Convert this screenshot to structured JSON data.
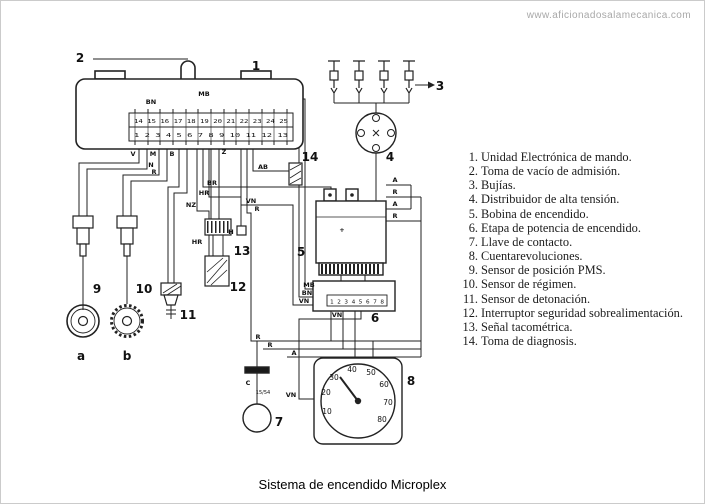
{
  "watermark": "www.aficionadosalamecanica.com",
  "caption": "Sistema de encendido Microplex",
  "legend": {
    "items": [
      {
        "num": "1.",
        "label": "Unidad Electrónica de mando."
      },
      {
        "num": "2.",
        "label": "Toma de vacío de admisión."
      },
      {
        "num": "3.",
        "label": "Bujías."
      },
      {
        "num": "4.",
        "label": "Distribuidor de alta tensión."
      },
      {
        "num": "5.",
        "label": "Bobina de encendido."
      },
      {
        "num": "6.",
        "label": "Etapa de potencia de encendido."
      },
      {
        "num": "7.",
        "label": "Llave de contacto."
      },
      {
        "num": "8.",
        "label": "Cuentarevoluciones."
      },
      {
        "num": "9.",
        "label": "Sensor de posición PMS."
      },
      {
        "num": "10.",
        "label": "Sensor de régimen."
      },
      {
        "num": "11.",
        "label": "Sensor de detonación."
      },
      {
        "num": "12.",
        "label": "Interruptor seguridad sobrealimentación."
      },
      {
        "num": "13.",
        "label": "Señal tacométrica."
      },
      {
        "num": "14.",
        "label": "Toma de diagnosis."
      }
    ]
  },
  "diagram": {
    "numbers": {
      "n1": "1",
      "n2": "2",
      "n3": "3",
      "n4": "4",
      "n5": "5",
      "n6": "6",
      "n7": "7",
      "n8": "8",
      "n9": "9",
      "n10": "10",
      "n11": "11",
      "n12": "12",
      "n13": "13",
      "n14": "14",
      "a": "a",
      "b": "b"
    },
    "connector": {
      "row_top": "14 15 16 17 18 19 20 21 22 23 24 25",
      "row_bottom": "1 2 3 4 5 6 7 8 9 10 11 12 13"
    },
    "power_stage_pins": "1 2 3 4 5 6 7 8",
    "wire_labels": {
      "mb_ecu": "MB",
      "bn_ecu": "BN",
      "v": "V",
      "m": "M",
      "b": "B",
      "n": "N",
      "r_left": "R",
      "z": "Z",
      "ab": "AB",
      "br": "BR",
      "hr": "HR",
      "nz": "NZ",
      "vn": "VN",
      "r_mid": "R",
      "hr2": "HR",
      "h": "H",
      "mb_ps": "MB",
      "bn_ps": "BN",
      "vn_ps": "VN",
      "vn_mid": "VN",
      "vn_gauge": "VN",
      "r_bus1": "R",
      "r_bus2": "R",
      "a_bus": "A",
      "c": "C",
      "key_terminals": "15/54",
      "plus": "+",
      "ct1": "A",
      "ct2": "R",
      "ct3": "A",
      "ct4": "R"
    },
    "gauge_ticks": [
      "10",
      "20",
      "30",
      "40",
      "50",
      "60",
      "70",
      "80"
    ]
  }
}
